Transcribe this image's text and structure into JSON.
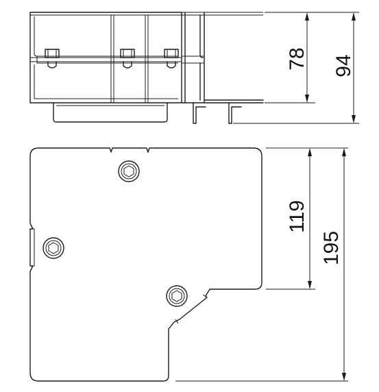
{
  "views": {
    "front": {
      "dimensions": {
        "inner_height": "78",
        "outer_height": "94"
      }
    },
    "top": {
      "dimensions": {
        "inner_length": "119",
        "outer_length": "195"
      }
    }
  },
  "line_color": "#1a1a1a",
  "background": "#ffffff"
}
